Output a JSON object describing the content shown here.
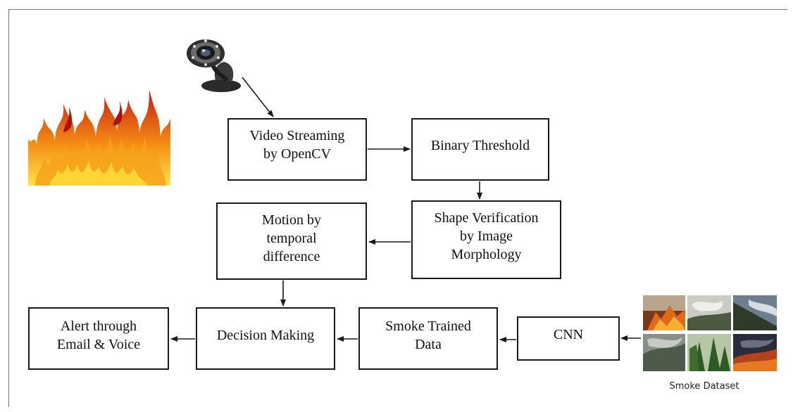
{
  "nodes": {
    "video": "Video Streaming\nby OpenCV",
    "binary": "Binary Threshold",
    "shape": "Shape Verification\nby Image\nMorphology",
    "motion": "Motion by\ntemporal\ndifference",
    "decision": "Decision Making",
    "smoke": "Smoke Trained\nData",
    "cnn": "CNN",
    "alert": "Alert through\nEmail & Voice"
  },
  "dataset_label": "Smoke Dataset",
  "icons": {
    "fire": "fire-illustration",
    "webcam": "webcam-illustration",
    "dataset": "smoke-dataset-thumbnails"
  },
  "colors": {
    "box_border": "#1a1a1a",
    "arrow": "#1a1a1a",
    "fire_red": "#c91b12",
    "fire_orange": "#f27a10",
    "fire_yellow": "#ffd21a"
  }
}
